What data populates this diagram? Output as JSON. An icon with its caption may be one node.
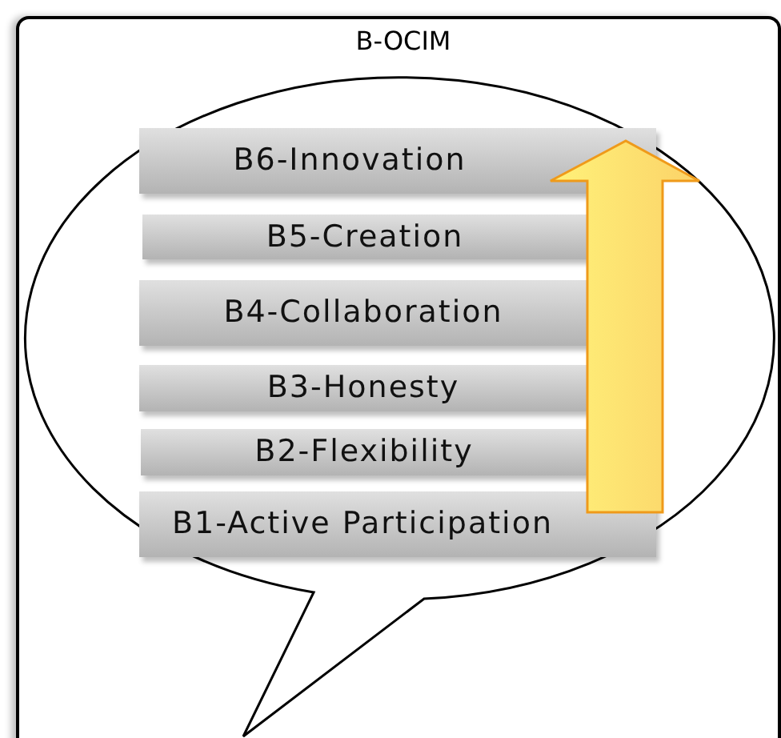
{
  "diagram": {
    "nodes": [
      {
        "text": [
          "B-OCIM"
        ]
      },
      {
        "text": [],
        "shape": "bubble",
        "in": 0
      },
      {
        "text": [
          "B6-Innovation"
        ],
        "in": 1
      },
      {
        "text": [
          "B5-Creation"
        ],
        "in": 1
      },
      {
        "text": [
          "B4-Collaboration"
        ],
        "in": 1
      },
      {
        "text": [
          "B3-Honesty"
        ],
        "in": 1
      },
      {
        "text": [
          "B2-Flexibility"
        ],
        "in": 1
      },
      {
        "text": [
          "B1-Active Participation"
        ],
        "in": 1
      }
    ]
  }
}
